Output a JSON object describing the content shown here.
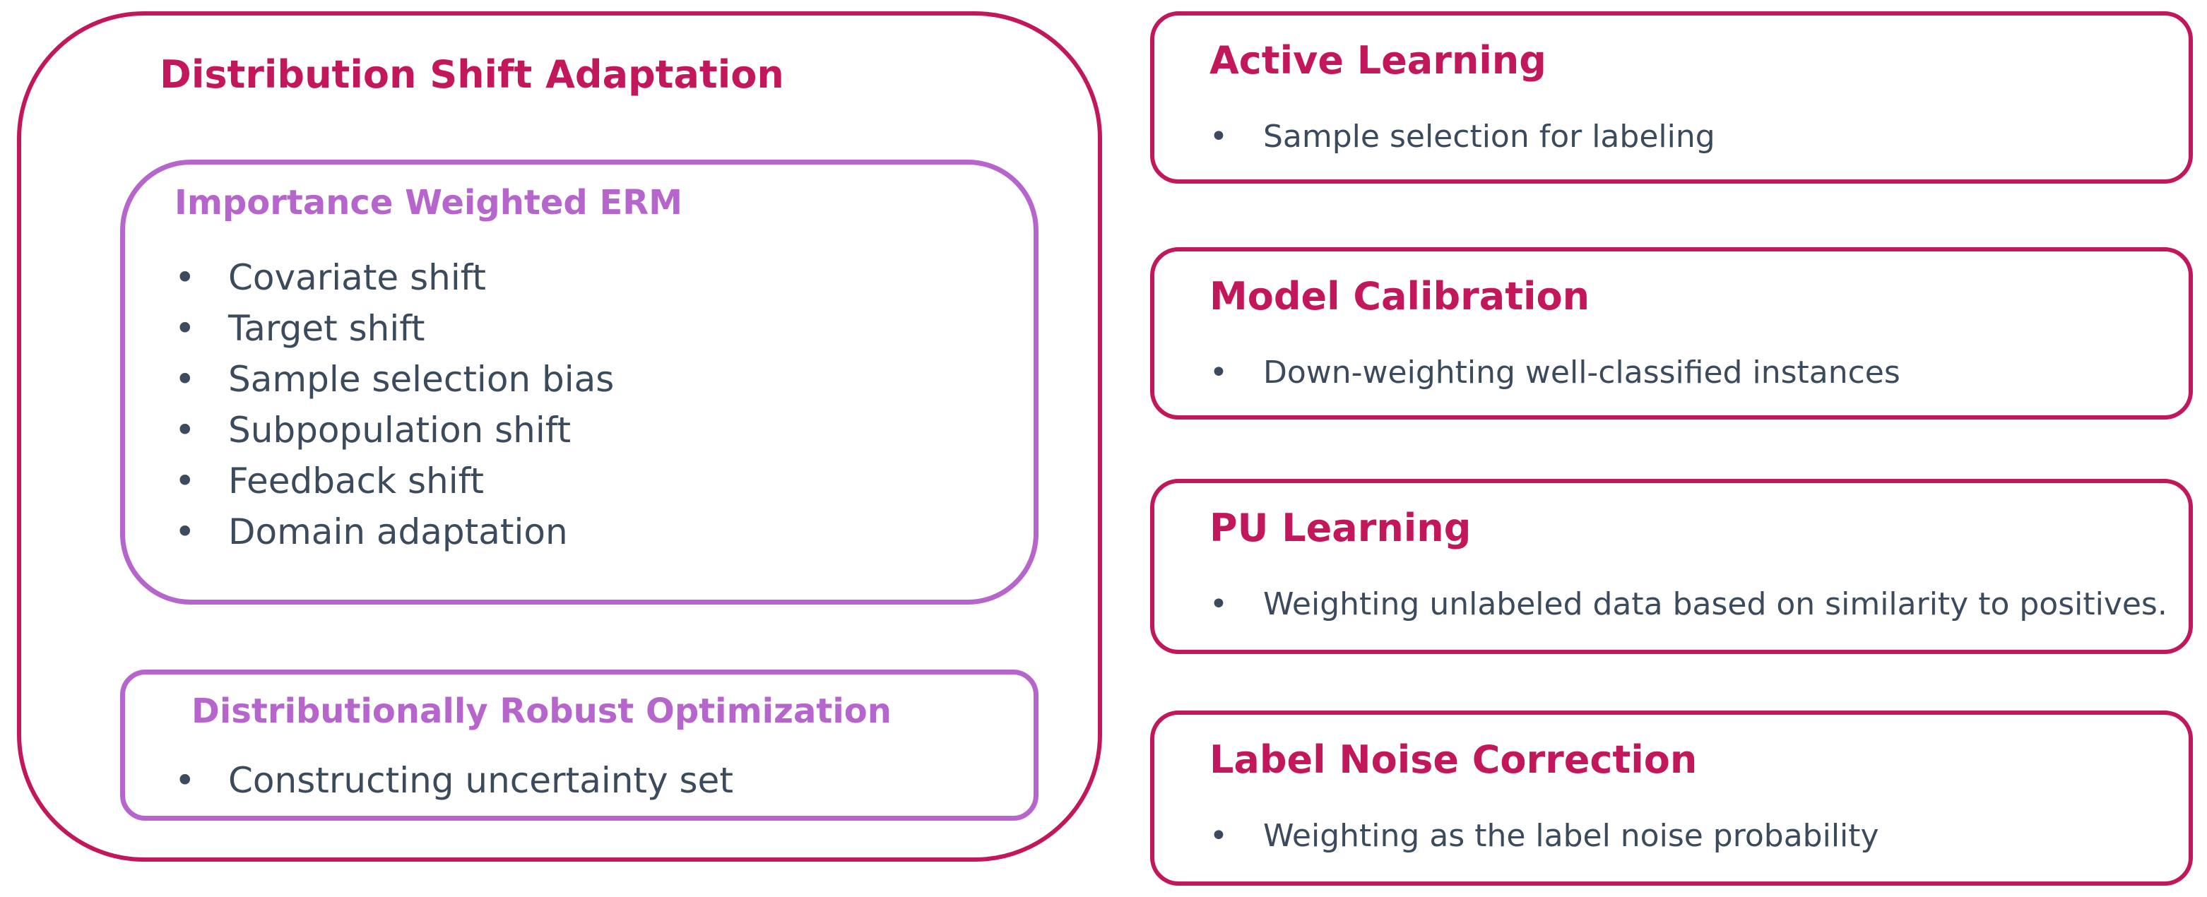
{
  "outer": {
    "title": "Distribution Shift Adaptation"
  },
  "erm": {
    "title": "Importance Weighted ERM",
    "items": [
      "Covariate shift",
      "Target shift",
      "Sample selection bias",
      "Subpopulation shift",
      "Feedback shift",
      "Domain adaptation"
    ]
  },
  "dro": {
    "title": "Distributionally Robust Optimization",
    "items": [
      "Constructing uncertainty set"
    ]
  },
  "applications": [
    {
      "title": "Active Learning",
      "items": [
        "Sample selection for labeling"
      ]
    },
    {
      "title": "Model Calibration",
      "items": [
        "Down-weighting well-classified instances"
      ]
    },
    {
      "title": "PU Learning",
      "items": [
        "Weighting unlabeled data based on similarity to positives."
      ]
    },
    {
      "title": "Label Noise Correction",
      "items": [
        "Weighting as the label noise probability"
      ]
    }
  ],
  "colors": {
    "primary": "#C2185B",
    "secondary": "#B565CC",
    "text": "#3B4A5C"
  },
  "bullet_symbol": "•"
}
